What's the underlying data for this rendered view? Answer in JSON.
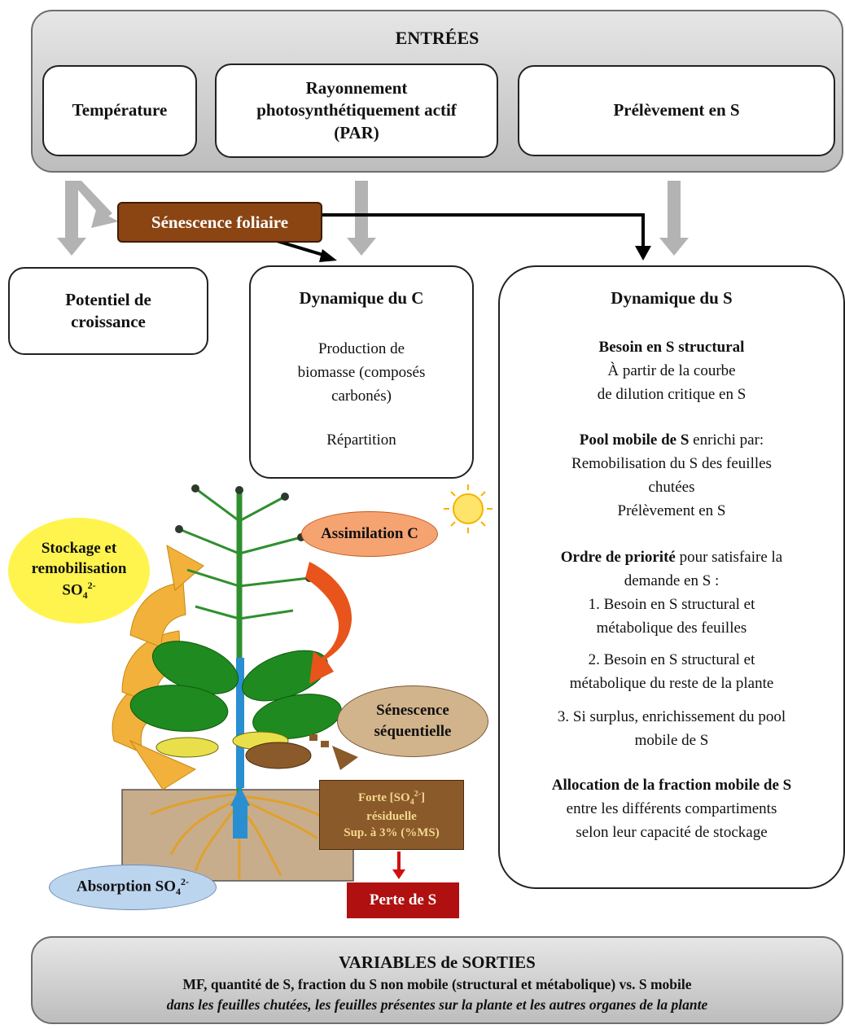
{
  "inputs": {
    "title": "ENTRÉES",
    "temperature": "Température",
    "par_line1": "Rayonnement",
    "par_line2": "photosynthétiquement actif",
    "par_line3": "(PAR)",
    "uptake": "Prélèvement en S"
  },
  "senescence_box": "Sénescence foliaire",
  "growth": {
    "line1": "Potentiel de",
    "line2": "croissance"
  },
  "carbon": {
    "title": "Dynamique du C",
    "line1": "Production de",
    "line2": "biomasse (composés",
    "line3": "carbonés)",
    "line4": "Répartition"
  },
  "sulfur": {
    "title": "Dynamique du S",
    "structural_title": "Besoin en S structural",
    "structural_l1": "À partir de la courbe",
    "structural_l2": "de dilution critique en S",
    "pool_bold": "Pool mobile de S",
    "pool_rest": " enrichi par:",
    "pool_l2": "Remobilisation du S des feuilles",
    "pool_l3": "chutées",
    "pool_l4": "Prélèvement en S",
    "priority_bold": "Ordre de priorité",
    "priority_rest": " pour satisfaire la",
    "priority_l2": "demande en S :",
    "p1_l1": "1. Besoin en S structural et",
    "p1_l2": "métabolique des feuilles",
    "p2_l1": "2. Besoin en S structural et",
    "p2_l2": "métabolique du reste de la plante",
    "p3_l1": "3. Si surplus, enrichissement du pool",
    "p3_l2": "mobile de S",
    "alloc_title": "Allocation de la fraction mobile de S",
    "alloc_l1": "entre les différents compartiments",
    "alloc_l2": "selon leur capacité de stockage"
  },
  "plant": {
    "storage_l1": "Stockage et",
    "storage_l2": "remobilisation",
    "storage_l3": "SO",
    "storage_sub": "4",
    "storage_sup": "2-",
    "assim": "Assimilation C",
    "sen_l1": "Sénescence",
    "sen_l2": "séquentielle",
    "forte_l1a": "Forte [SO",
    "forte_sub": "4",
    "forte_sup": "2-",
    "forte_l1b": "]",
    "forte_l2": "résiduelle",
    "forte_l3": "Sup. à 3% (%MS)",
    "loss": "Perte de S",
    "abs_a": "Absorption SO",
    "abs_sub": "4",
    "abs_sup": "2-"
  },
  "outputs": {
    "title": "VARIABLES de SORTIES",
    "line1": "MF, quantité de S, fraction du S non mobile (structural et métabolique) vs. S mobile",
    "line2": "dans les feuilles chutées, les feuilles présentes sur la plante et les autres organes de la plante"
  },
  "colors": {
    "senescence_box": "#8b4513",
    "storage_ellipse": "#fff44d",
    "assim_ellipse": "#f6a372",
    "senescence_ellipse": "#d2b48c",
    "absorption_ellipse": "#bcd5ef",
    "forte_box": "#8b5a2b",
    "loss_box": "#b01010",
    "gray_arrow": "#b3b3b3"
  }
}
